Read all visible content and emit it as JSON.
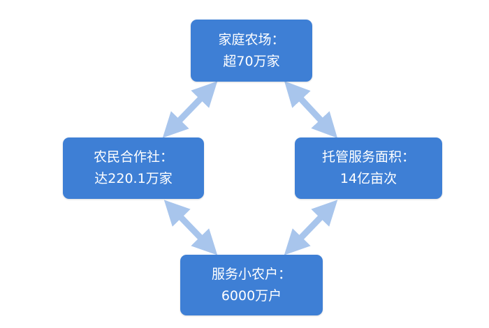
{
  "colors": {
    "box": "#3e7fd5",
    "arrow": "#a8c5ec",
    "text": "#ffffff"
  },
  "nodes": {
    "top": {
      "title": "家庭农场：",
      "value": "超70万家"
    },
    "left": {
      "title": "农民合作社：",
      "value": "达220.1万家"
    },
    "right": {
      "title": "托管服务面积：",
      "value": "14亿亩次"
    },
    "bottom": {
      "title": "服务小农户：",
      "value": "6000万户"
    }
  },
  "edges": [
    {
      "from": "top",
      "to": "left",
      "direction": "both"
    },
    {
      "from": "top",
      "to": "right",
      "direction": "both"
    },
    {
      "from": "left",
      "to": "bottom",
      "direction": "both"
    },
    {
      "from": "right",
      "to": "bottom",
      "direction": "both"
    }
  ]
}
